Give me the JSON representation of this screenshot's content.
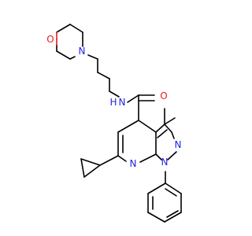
{
  "molecule": {
    "atoms": {
      "o_morpholine": {
        "label": "O",
        "color": "#e61a1a"
      },
      "n_morpholine": {
        "label": "N",
        "color": "#2222e6"
      },
      "n_amide": {
        "label": "N",
        "color": "#2222e6"
      },
      "h_amide": {
        "label": "H",
        "color": "#2222e6"
      },
      "o_carbonyl": {
        "label": "O",
        "color": "#e61a1a"
      },
      "n_pyridine": {
        "label": "N",
        "color": "#2222e6"
      },
      "n1_pyrazole": {
        "label": "N",
        "color": "#2222e6"
      },
      "n2_pyrazole": {
        "label": "N",
        "color": "#2222e6"
      }
    }
  }
}
